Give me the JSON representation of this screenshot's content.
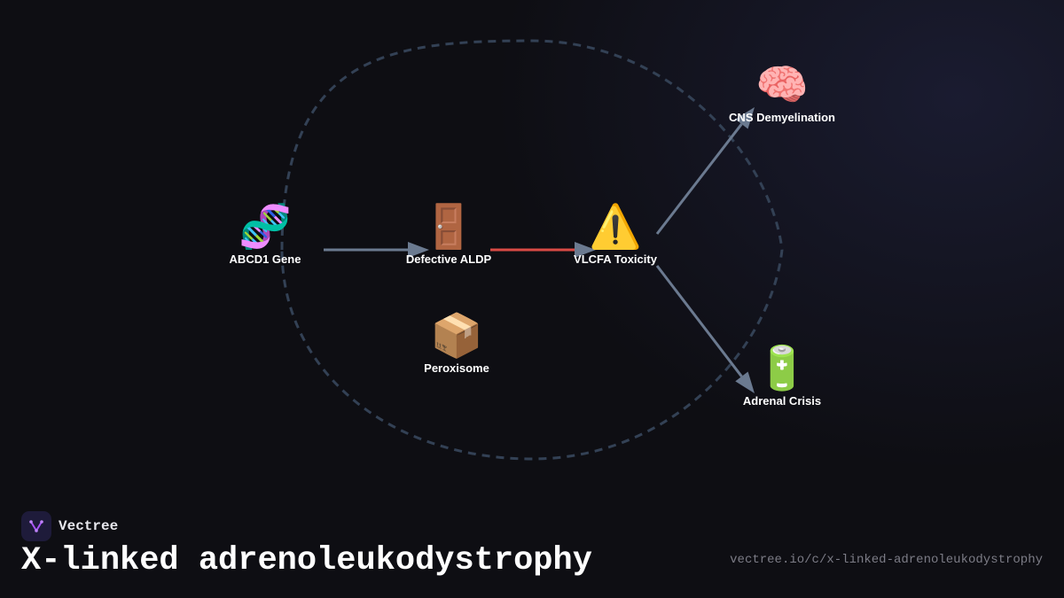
{
  "diagram": {
    "nodes": [
      {
        "id": "abcd1",
        "label": "ABCD1 Gene",
        "icon": "🧬",
        "icon_name": "dna-icon"
      },
      {
        "id": "aldp",
        "label": "Defective ALDP",
        "icon": "🚪",
        "icon_name": "door-icon"
      },
      {
        "id": "vlcfa",
        "label": "VLCFA Toxicity",
        "icon": "⚠️",
        "icon_name": "warning-icon"
      },
      {
        "id": "cns",
        "label": "CNS Demyelination",
        "icon": "🧠",
        "icon_name": "brain-icon"
      },
      {
        "id": "adrenal",
        "label": "Adrenal Crisis",
        "icon": "🔋",
        "icon_name": "battery-icon"
      },
      {
        "id": "peroxisome",
        "label": "Peroxisome",
        "icon": "📦",
        "icon_name": "package-icon"
      }
    ],
    "edges": [
      {
        "from": "abcd1",
        "to": "aldp",
        "color": "#6b7a90"
      },
      {
        "from": "aldp",
        "to": "vlcfa",
        "color": "#d94a45"
      },
      {
        "from": "vlcfa",
        "to": "cns",
        "color": "#6b7a90"
      },
      {
        "from": "vlcfa",
        "to": "adrenal",
        "color": "#6b7a90"
      }
    ],
    "boundary_color": "#334155"
  },
  "footer": {
    "brand": "Vectree",
    "title": "X-linked adrenoleukodystrophy",
    "url": "vectree.io/c/x-linked-adrenoleukodystrophy"
  },
  "colors": {
    "background": "#0e0e13",
    "edge_default": "#6b7a90",
    "edge_highlight": "#d94a45",
    "logo_accent": "#a855f7"
  }
}
